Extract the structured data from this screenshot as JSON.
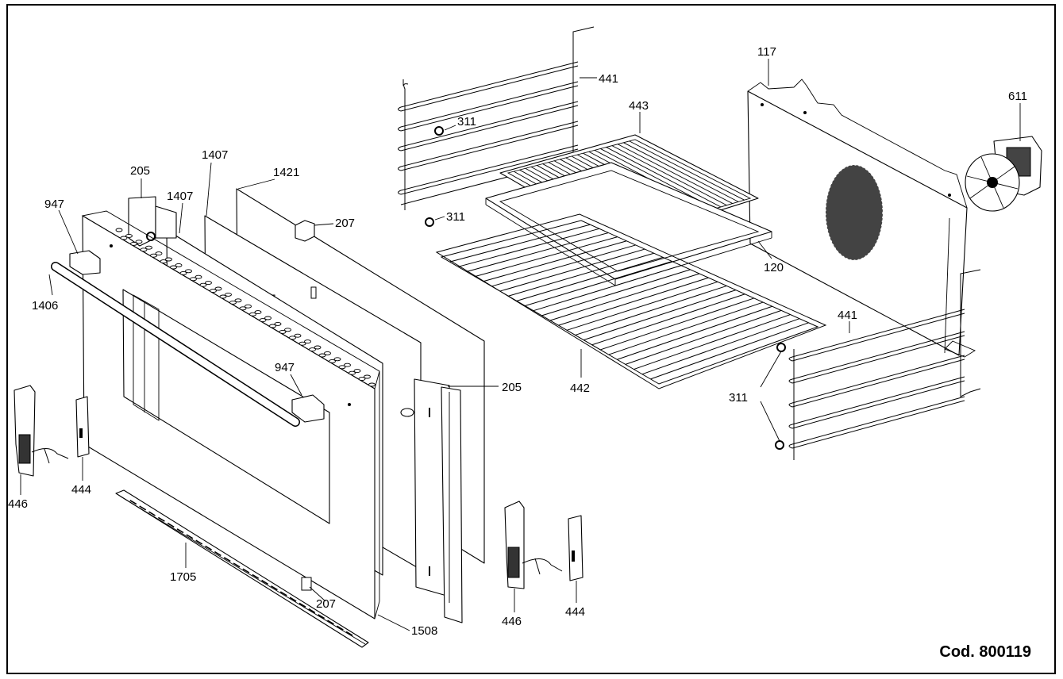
{
  "labels": {
    "c117": "117",
    "c611": "611",
    "c441a": "441",
    "c441b": "441",
    "c443": "443",
    "c311a": "311",
    "c311b": "311",
    "c311c": "311",
    "c120": "120",
    "c442": "442",
    "c205a": "205",
    "c205b": "205",
    "c947a": "947",
    "c947b": "947",
    "c1407a": "1407",
    "c1407b": "1407",
    "c1421": "1421",
    "c207a": "207",
    "c207b": "207",
    "c1406": "1406",
    "c446a": "446",
    "c446b": "446",
    "c444a": "444",
    "c444b": "444",
    "c1705": "1705",
    "c1508": "1508"
  },
  "code": "Cod. 800119"
}
